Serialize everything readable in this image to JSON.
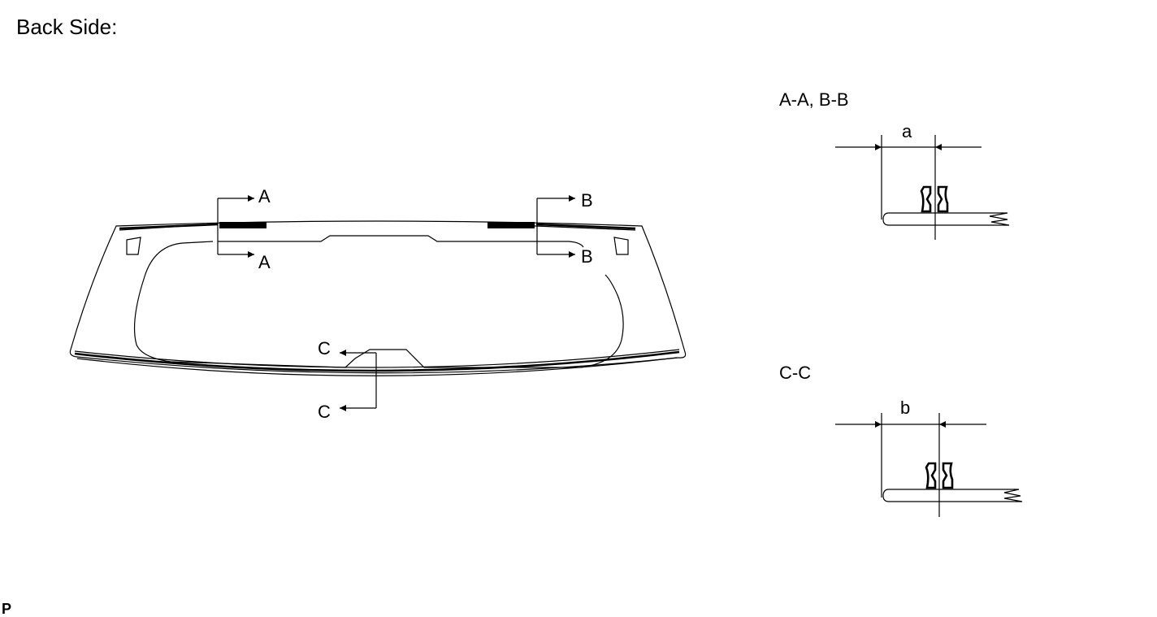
{
  "heading": "Back Side:",
  "section_labels": {
    "top_left_arrow": "A",
    "bottom_left_arrow": "A",
    "top_right_arrow": "B",
    "bottom_right_arrow": "B",
    "top_center_arrow": "C",
    "bottom_center_arrow": "C"
  },
  "detail_views": [
    {
      "title": "A-A, B-B",
      "dimension_label": "a"
    },
    {
      "title": "C-C",
      "dimension_label": "b"
    }
  ],
  "corner_mark": "P",
  "colors": {
    "line": "#000000",
    "background": "#ffffff"
  }
}
